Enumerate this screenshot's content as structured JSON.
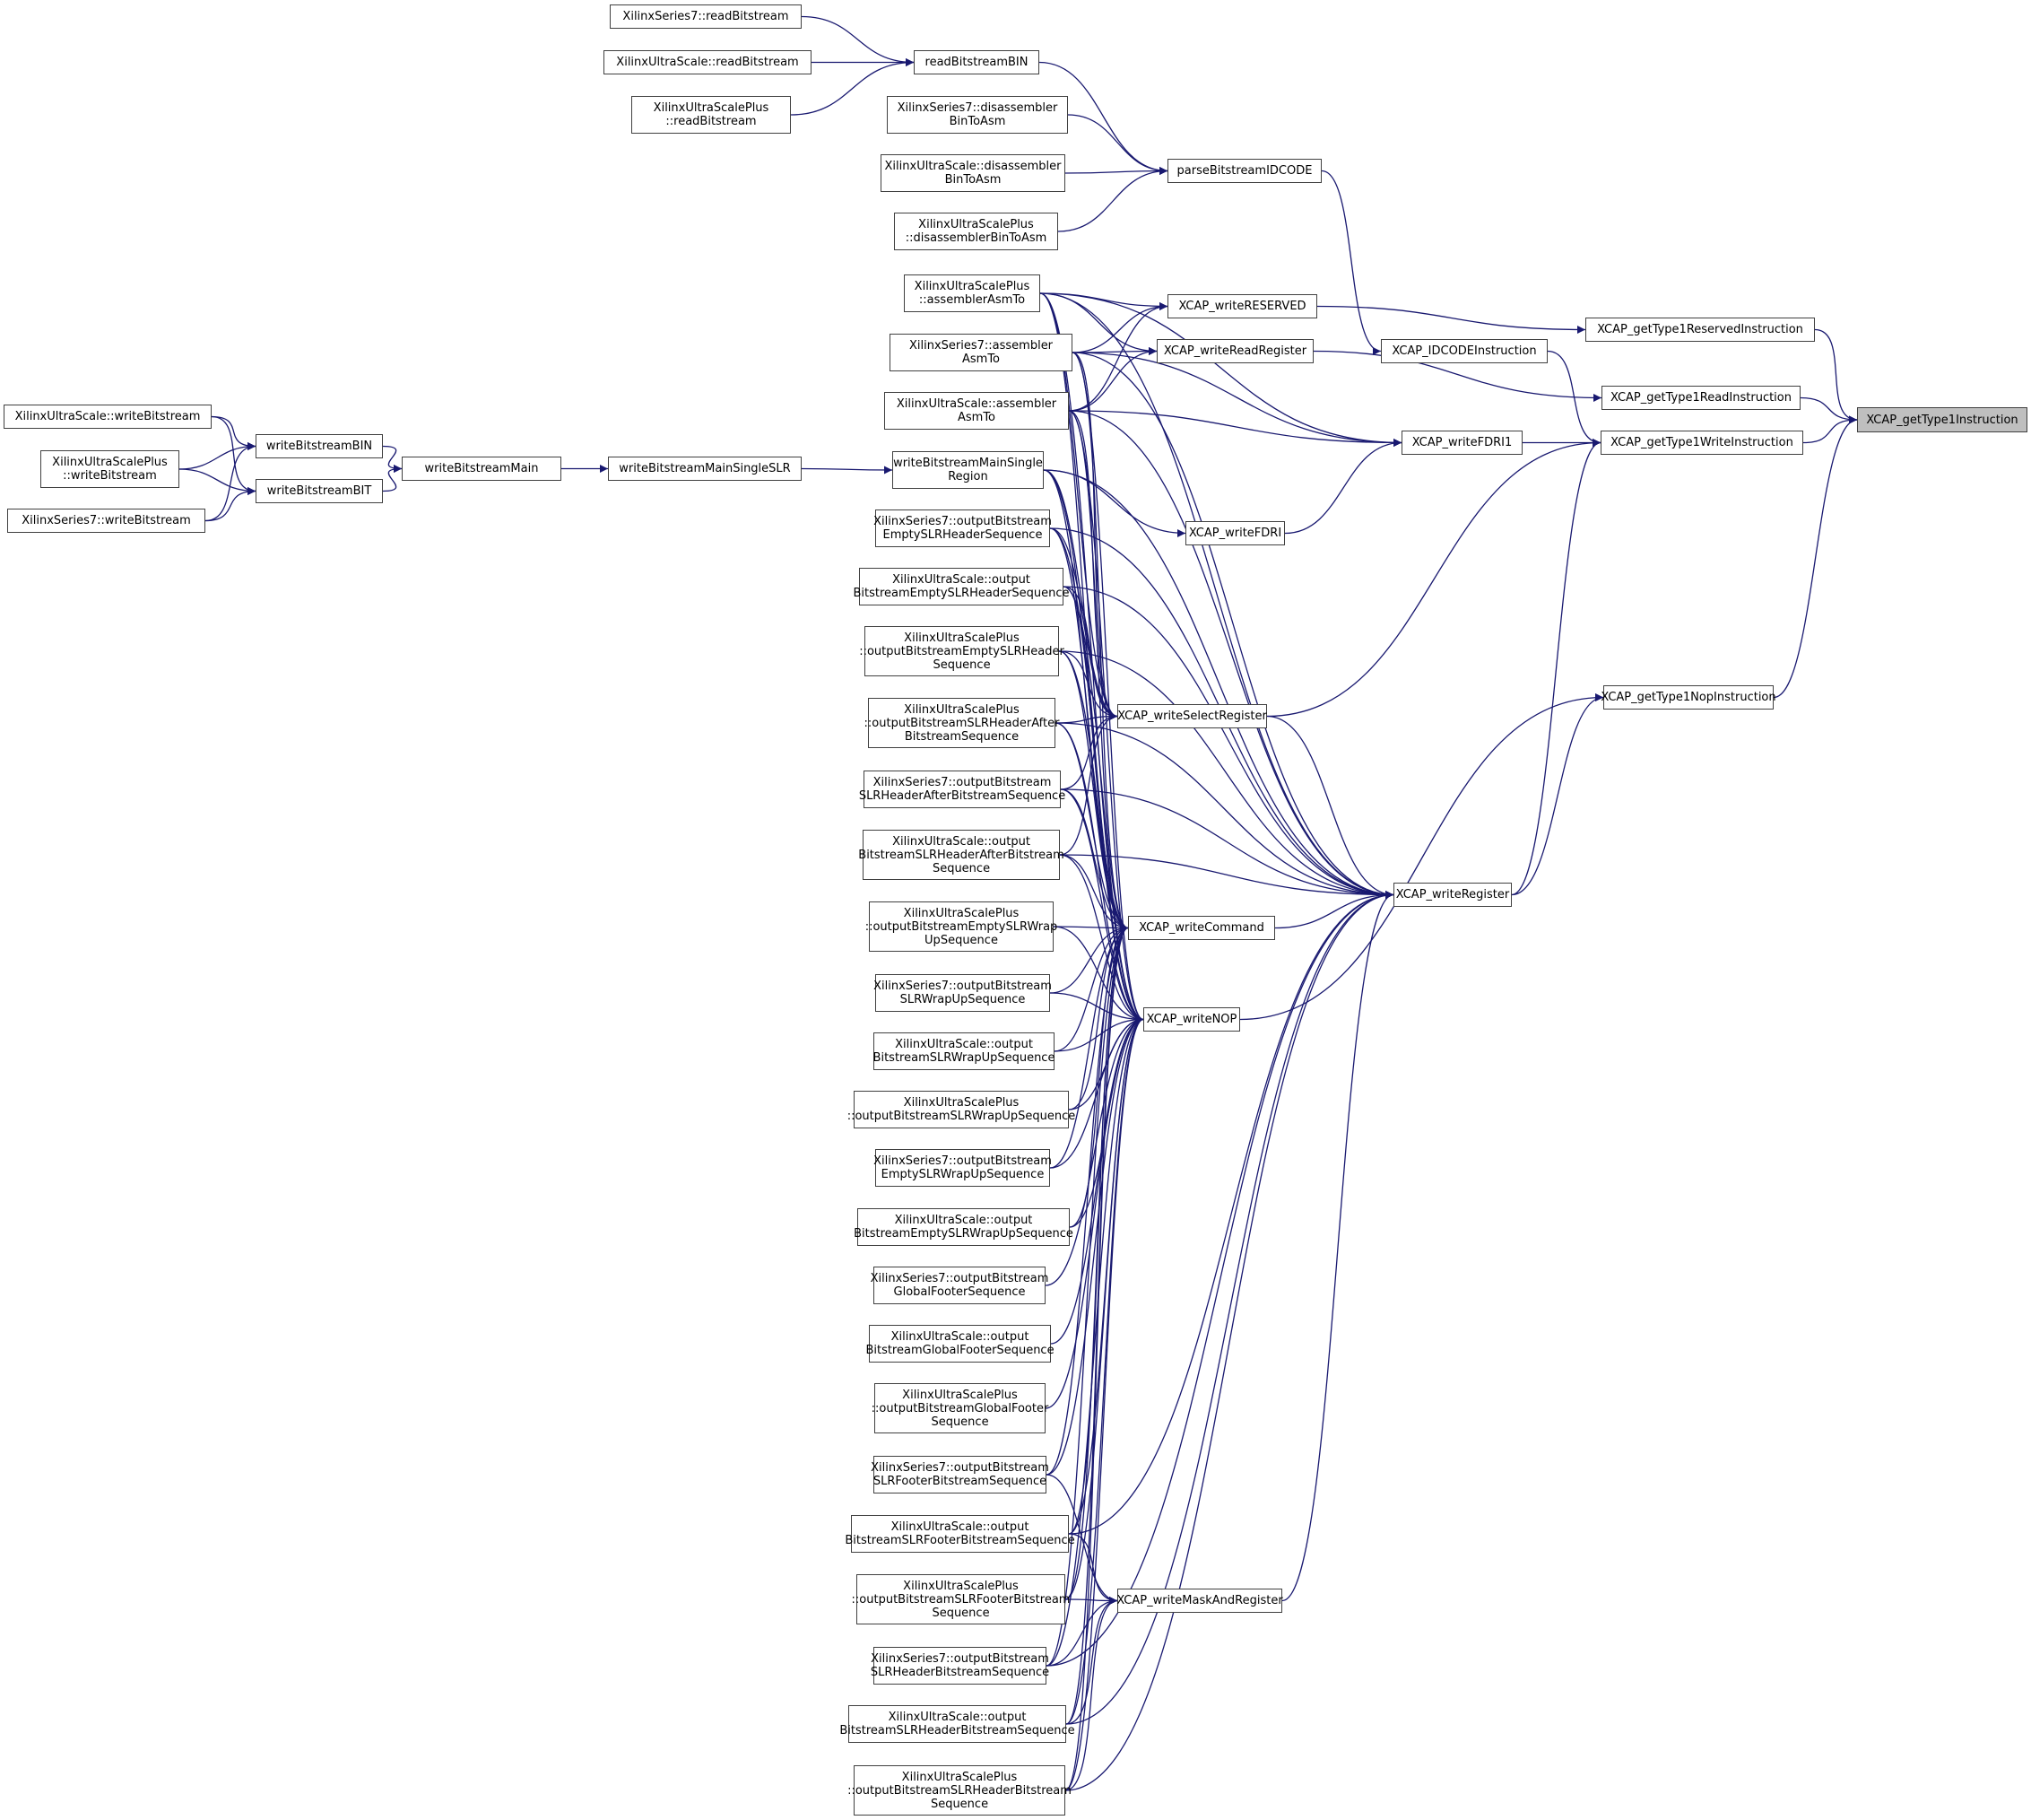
{
  "diagram": {
    "type": "call-graph",
    "focus_node": "XCAP_getType1Instruction",
    "edge_color": "#191970",
    "node_border_color": "#404040",
    "focus_fill_color": "#bfbfbf",
    "nodes": [
      {
        "id": "n0",
        "label": "XCAP_getType1Instruction",
        "focus": true
      },
      {
        "id": "n1",
        "label": "XCAP_getType1ReservedInstruction"
      },
      {
        "id": "n2",
        "label": "XCAP_getType1ReadInstruction"
      },
      {
        "id": "n3",
        "label": "XCAP_getType1WriteInstruction"
      },
      {
        "id": "n4",
        "label": "XCAP_getType1NopInstruction"
      },
      {
        "id": "n5",
        "label": "XCAP_IDCODEInstruction"
      },
      {
        "id": "n6",
        "label": "XCAP_writeFDRI1"
      },
      {
        "id": "n7",
        "label": "XCAP_writeRegister"
      },
      {
        "id": "n8",
        "label": "XCAP_writeRESERVED"
      },
      {
        "id": "n9",
        "label": "XCAP_writeReadRegister"
      },
      {
        "id": "n10",
        "label": "XCAP_writeFDRI"
      },
      {
        "id": "n11",
        "label": "XCAP_writeSelectRegister"
      },
      {
        "id": "n12",
        "label": "XCAP_writeCommand"
      },
      {
        "id": "n13",
        "label": "XCAP_writeNOP"
      },
      {
        "id": "n14",
        "label": "XCAP_writeMaskAndRegister"
      },
      {
        "id": "n15",
        "label": "parseBitstreamIDCODE"
      },
      {
        "id": "n16",
        "label": "readBitstreamBIN"
      },
      {
        "id": "n17",
        "label": "XilinxSeries7::readBitstream"
      },
      {
        "id": "n18",
        "label": "XilinxUltraScale::readBitstream"
      },
      {
        "id": "n19",
        "label": "XilinxUltraScalePlus\n::readBitstream"
      },
      {
        "id": "n20",
        "label": "XilinxSeries7::disassembler\nBinToAsm"
      },
      {
        "id": "n21",
        "label": "XilinxUltraScale::disassembler\nBinToAsm"
      },
      {
        "id": "n22",
        "label": "XilinxUltraScalePlus\n::disassemblerBinToAsm"
      },
      {
        "id": "n23",
        "label": "XilinxUltraScalePlus\n::assemblerAsmTo"
      },
      {
        "id": "n24",
        "label": "XilinxSeries7::assembler\nAsmTo"
      },
      {
        "id": "n25",
        "label": "XilinxUltraScale::assembler\nAsmTo"
      },
      {
        "id": "n26",
        "label": "writeBitstreamMainSingle\nRegion"
      },
      {
        "id": "n27",
        "label": "writeBitstreamMainSingleSLR"
      },
      {
        "id": "n28",
        "label": "writeBitstreamMain"
      },
      {
        "id": "n29",
        "label": "writeBitstreamBIN"
      },
      {
        "id": "n30",
        "label": "writeBitstreamBIT"
      },
      {
        "id": "n31",
        "label": "XilinxUltraScale::writeBitstream"
      },
      {
        "id": "n32",
        "label": "XilinxUltraScalePlus\n::writeBitstream"
      },
      {
        "id": "n33",
        "label": "XilinxSeries7::writeBitstream"
      },
      {
        "id": "n34",
        "label": "XilinxSeries7::outputBitstream\nEmptySLRHeaderSequence"
      },
      {
        "id": "n35",
        "label": "XilinxUltraScale::output\nBitstreamEmptySLRHeaderSequence"
      },
      {
        "id": "n36",
        "label": "XilinxUltraScalePlus\n::outputBitstreamEmptySLRHeader\nSequence"
      },
      {
        "id": "n37",
        "label": "XilinxUltraScalePlus\n::outputBitstreamSLRHeaderAfter\nBitstreamSequence"
      },
      {
        "id": "n38",
        "label": "XilinxSeries7::outputBitstream\nSLRHeaderAfterBitstreamSequence"
      },
      {
        "id": "n39",
        "label": "XilinxUltraScale::output\nBitstreamSLRHeaderAfterBitstream\nSequence"
      },
      {
        "id": "n40",
        "label": "XilinxUltraScalePlus\n::outputBitstreamEmptySLRWrap\nUpSequence"
      },
      {
        "id": "n41",
        "label": "XilinxSeries7::outputBitstream\nSLRWrapUpSequence"
      },
      {
        "id": "n42",
        "label": "XilinxUltraScale::output\nBitstreamSLRWrapUpSequence"
      },
      {
        "id": "n43",
        "label": "XilinxUltraScalePlus\n::outputBitstreamSLRWrapUpSequence"
      },
      {
        "id": "n44",
        "label": "XilinxSeries7::outputBitstream\nEmptySLRWrapUpSequence"
      },
      {
        "id": "n45",
        "label": "XilinxUltraScale::output\nBitstreamEmptySLRWrapUpSequence"
      },
      {
        "id": "n46",
        "label": "XilinxSeries7::outputBitstream\nGlobalFooterSequence"
      },
      {
        "id": "n47",
        "label": "XilinxUltraScale::output\nBitstreamGlobalFooterSequence"
      },
      {
        "id": "n48",
        "label": "XilinxUltraScalePlus\n::outputBitstreamGlobalFooter\nSequence"
      },
      {
        "id": "n49",
        "label": "XilinxSeries7::outputBitstream\nSLRFooterBitstreamSequence"
      },
      {
        "id": "n50",
        "label": "XilinxUltraScale::output\nBitstreamSLRFooterBitstreamSequence"
      },
      {
        "id": "n51",
        "label": "XilinxUltraScalePlus\n::outputBitstreamSLRFooterBitstream\nSequence"
      },
      {
        "id": "n52",
        "label": "XilinxSeries7::outputBitstream\nSLRHeaderBitstreamSequence"
      },
      {
        "id": "n53",
        "label": "XilinxUltraScale::output\nBitstreamSLRHeaderBitstreamSequence"
      },
      {
        "id": "n54",
        "label": "XilinxUltraScalePlus\n::outputBitstreamSLRHeaderBitstream\nSequence"
      }
    ],
    "edges": [
      [
        "n1",
        "n0"
      ],
      [
        "n2",
        "n0"
      ],
      [
        "n3",
        "n0"
      ],
      [
        "n4",
        "n0"
      ],
      [
        "n5",
        "n3"
      ],
      [
        "n6",
        "n3"
      ],
      [
        "n7",
        "n3"
      ],
      [
        "n11",
        "n3"
      ],
      [
        "n7",
        "n4"
      ],
      [
        "n13",
        "n4"
      ],
      [
        "n8",
        "n1"
      ],
      [
        "n9",
        "n2"
      ],
      [
        "n15",
        "n5"
      ],
      [
        "n10",
        "n6"
      ],
      [
        "n23",
        "n6"
      ],
      [
        "n24",
        "n6"
      ],
      [
        "n25",
        "n6"
      ],
      [
        "n16",
        "n15"
      ],
      [
        "n20",
        "n15"
      ],
      [
        "n21",
        "n15"
      ],
      [
        "n22",
        "n15"
      ],
      [
        "n17",
        "n16"
      ],
      [
        "n18",
        "n16"
      ],
      [
        "n19",
        "n16"
      ],
      [
        "n23",
        "n8"
      ],
      [
        "n24",
        "n8"
      ],
      [
        "n25",
        "n8"
      ],
      [
        "n23",
        "n9"
      ],
      [
        "n24",
        "n9"
      ],
      [
        "n25",
        "n9"
      ],
      [
        "n26",
        "n10"
      ],
      [
        "n12",
        "n7"
      ],
      [
        "n14",
        "n7"
      ],
      [
        "n11",
        "n7"
      ],
      [
        "n23",
        "n7"
      ],
      [
        "n24",
        "n7"
      ],
      [
        "n25",
        "n7"
      ],
      [
        "n26",
        "n7"
      ],
      [
        "n34",
        "n7"
      ],
      [
        "n35",
        "n7"
      ],
      [
        "n36",
        "n7"
      ],
      [
        "n37",
        "n7"
      ],
      [
        "n38",
        "n7"
      ],
      [
        "n39",
        "n7"
      ],
      [
        "n50",
        "n7"
      ],
      [
        "n52",
        "n7"
      ],
      [
        "n53",
        "n7"
      ],
      [
        "n54",
        "n7"
      ],
      [
        "n23",
        "n11"
      ],
      [
        "n24",
        "n11"
      ],
      [
        "n25",
        "n11"
      ],
      [
        "n26",
        "n11"
      ],
      [
        "n34",
        "n11"
      ],
      [
        "n35",
        "n11"
      ],
      [
        "n36",
        "n11"
      ],
      [
        "n37",
        "n11"
      ],
      [
        "n38",
        "n11"
      ],
      [
        "n39",
        "n11"
      ],
      [
        "n23",
        "n12"
      ],
      [
        "n24",
        "n12"
      ],
      [
        "n25",
        "n12"
      ],
      [
        "n26",
        "n12"
      ],
      [
        "n34",
        "n12"
      ],
      [
        "n35",
        "n12"
      ],
      [
        "n36",
        "n12"
      ],
      [
        "n37",
        "n12"
      ],
      [
        "n38",
        "n12"
      ],
      [
        "n39",
        "n12"
      ],
      [
        "n40",
        "n12"
      ],
      [
        "n41",
        "n12"
      ],
      [
        "n42",
        "n12"
      ],
      [
        "n43",
        "n12"
      ],
      [
        "n44",
        "n12"
      ],
      [
        "n45",
        "n12"
      ],
      [
        "n49",
        "n12"
      ],
      [
        "n50",
        "n12"
      ],
      [
        "n51",
        "n12"
      ],
      [
        "n52",
        "n12"
      ],
      [
        "n53",
        "n12"
      ],
      [
        "n54",
        "n12"
      ],
      [
        "n23",
        "n13"
      ],
      [
        "n24",
        "n13"
      ],
      [
        "n25",
        "n13"
      ],
      [
        "n26",
        "n13"
      ],
      [
        "n34",
        "n13"
      ],
      [
        "n35",
        "n13"
      ],
      [
        "n36",
        "n13"
      ],
      [
        "n37",
        "n13"
      ],
      [
        "n38",
        "n13"
      ],
      [
        "n39",
        "n13"
      ],
      [
        "n40",
        "n13"
      ],
      [
        "n41",
        "n13"
      ],
      [
        "n42",
        "n13"
      ],
      [
        "n43",
        "n13"
      ],
      [
        "n44",
        "n13"
      ],
      [
        "n45",
        "n13"
      ],
      [
        "n46",
        "n13"
      ],
      [
        "n47",
        "n13"
      ],
      [
        "n48",
        "n13"
      ],
      [
        "n49",
        "n13"
      ],
      [
        "n50",
        "n13"
      ],
      [
        "n51",
        "n13"
      ],
      [
        "n52",
        "n13"
      ],
      [
        "n53",
        "n13"
      ],
      [
        "n54",
        "n13"
      ],
      [
        "n49",
        "n14"
      ],
      [
        "n50",
        "n14"
      ],
      [
        "n51",
        "n14"
      ],
      [
        "n52",
        "n14"
      ],
      [
        "n53",
        "n14"
      ],
      [
        "n54",
        "n14"
      ],
      [
        "n27",
        "n26"
      ],
      [
        "n28",
        "n27"
      ],
      [
        "n29",
        "n28"
      ],
      [
        "n30",
        "n28"
      ],
      [
        "n31",
        "n29"
      ],
      [
        "n32",
        "n29"
      ],
      [
        "n33",
        "n29"
      ],
      [
        "n31",
        "n30"
      ],
      [
        "n32",
        "n30"
      ],
      [
        "n33",
        "n30"
      ]
    ]
  }
}
